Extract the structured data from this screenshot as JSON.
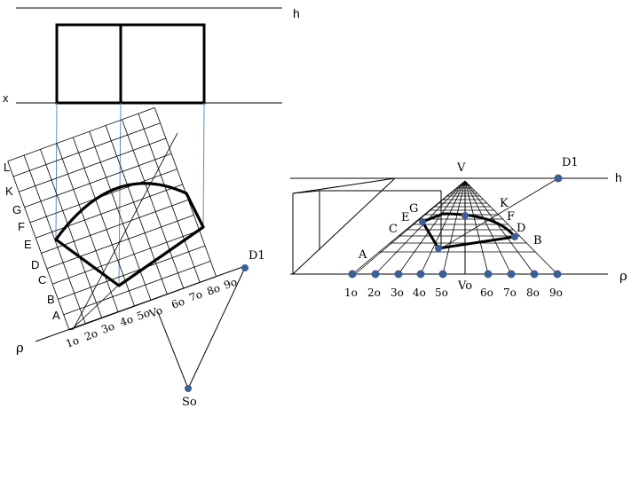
{
  "left_drawing": {
    "horizon_label": "h",
    "axis_label": "x",
    "ground_label": "ρ",
    "row_labels": [
      "L",
      "K",
      "G",
      "F",
      "E",
      "D",
      "C",
      "B",
      "A"
    ],
    "column_labels": [
      "1o",
      "2o",
      "3o",
      "4o",
      "5o",
      "6o",
      "7o",
      "8o",
      "9o"
    ],
    "vanishing_label": "Vo",
    "distance_label": "D1",
    "station_label": "So"
  },
  "right_drawing": {
    "horizon_label": "h",
    "ground_label": "ρ",
    "vanishing_label": "V",
    "distance_label": "D1",
    "base_vanishing_label": "Vo",
    "column_labels": [
      "1o",
      "2o",
      "3o",
      "4o",
      "5o",
      "6o",
      "7o",
      "8o",
      "9o"
    ],
    "row_labels": [
      "A",
      "B",
      "C",
      "D",
      "E",
      "F",
      "G",
      "K"
    ]
  },
  "colors": {
    "ink": "#000000",
    "projection": "#5a8fc9",
    "point": "#3a5f9a"
  }
}
